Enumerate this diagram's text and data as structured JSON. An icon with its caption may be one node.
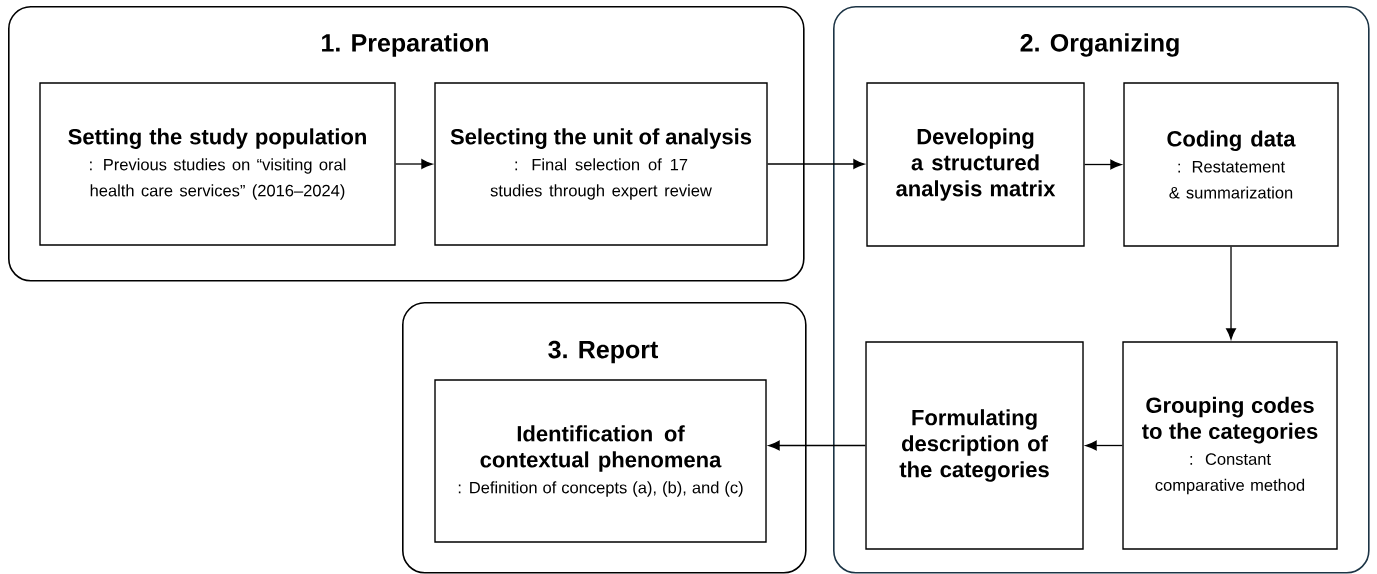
{
  "diagram": {
    "nodes": [
      {
        "text": [
          "1. Preparation"
        ]
      },
      {
        "text": [
          "Setting the study population",
          ": Previous studies on “visiting oral health care services” (2016–2024)"
        ],
        "in": 0
      },
      {
        "text": [
          "Selecting the unit of analysis",
          ": Final selection of 17 studies through expert review"
        ],
        "in": 0
      },
      {
        "text": [
          "2. Organizing"
        ]
      },
      {
        "text": [
          "Developing a structured analysis matrix"
        ],
        "in": 3
      },
      {
        "text": [
          "Coding data",
          ": Restatement & summarization"
        ],
        "in": 3
      },
      {
        "text": [
          "Grouping codes to the categories",
          ": Constant comparative method"
        ],
        "in": 3
      },
      {
        "text": [
          "Formulating description of the categories"
        ],
        "in": 3
      },
      {
        "text": [
          "3. Report"
        ]
      },
      {
        "text": [
          "Identification of contextual phenomena",
          ": Definition of concepts (a), (b), and (c)"
        ],
        "in": 8
      }
    ],
    "edges": [
      {
        "from": 1,
        "to": 2,
        "arrow": "to"
      },
      {
        "from": 2,
        "to": 4,
        "arrow": "to"
      },
      {
        "from": 4,
        "to": 5,
        "arrow": "to"
      },
      {
        "from": 5,
        "to": 6,
        "arrow": "to"
      },
      {
        "from": 6,
        "to": 7,
        "arrow": "to"
      },
      {
        "from": 7,
        "to": 9,
        "arrow": "to"
      }
    ]
  }
}
